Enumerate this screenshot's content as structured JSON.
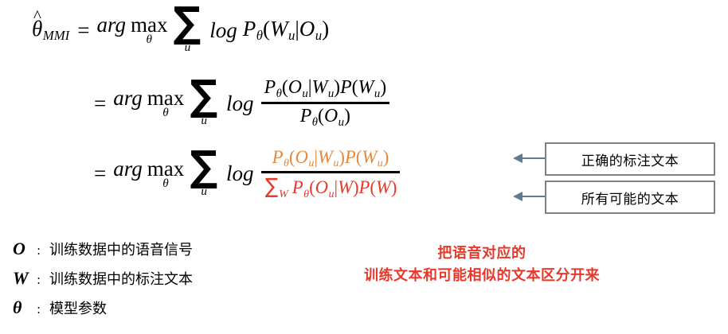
{
  "equation": {
    "lines": [
      {
        "id": "line1",
        "lhs": "θ",
        "lhs_sub": "MMI",
        "relation": "=",
        "operator": "arg",
        "max_label": "max",
        "max_under": "θ",
        "sum_symbol": "∑",
        "sum_index": "u",
        "log_label": "log",
        "expression": "P_θ(W_u|O_u)",
        "expr_parts": {
          "p": "P",
          "p_sub": "θ",
          "open": "(",
          "a": "W",
          "a_sub": "u",
          "bar": "|",
          "b": "O",
          "b_sub": "u",
          "close": ")"
        }
      },
      {
        "id": "line2",
        "relation": "=",
        "operator": "arg",
        "max_label": "max",
        "max_under": "θ",
        "sum_symbol": "∑",
        "sum_index": "u",
        "log_label": "log",
        "numerator": "P_θ(O_u|W_u)P(W_u)",
        "denominator": "P_θ(O_u)"
      },
      {
        "id": "line3",
        "relation": "=",
        "operator": "arg",
        "max_label": "max",
        "max_under": "θ",
        "sum_symbol": "∑",
        "sum_index": "u",
        "log_label": "log",
        "numerator": "P_θ(O_u|W_u)P(W_u)",
        "numerator_color": "#E8883A",
        "denominator": "∑_W P_θ(O_u|W)P(W)",
        "denominator_color": "#E8382A"
      }
    ]
  },
  "callouts": [
    {
      "id": "numerator-callout",
      "label": "正确的标注文本"
    },
    {
      "id": "denominator-callout",
      "label": "所有可能的文本"
    }
  ],
  "legend": {
    "items": [
      {
        "symbol": "O",
        "colon": ":",
        "text": "训练数据中的语音信号"
      },
      {
        "symbol": "W",
        "colon": ":",
        "text": "训练数据中的标注文本"
      },
      {
        "symbol": "θ",
        "colon": ":",
        "text": "模型参数"
      }
    ]
  },
  "note": {
    "line1": "把语音对应的",
    "line2": "训练文本和可能相似的文本区分开来",
    "color": "#E8382A"
  },
  "colors": {
    "orange": "#E8883A",
    "red": "#E8382A",
    "arrow": "#5D7C8E",
    "box_border": "#808080",
    "text": "#000000"
  }
}
